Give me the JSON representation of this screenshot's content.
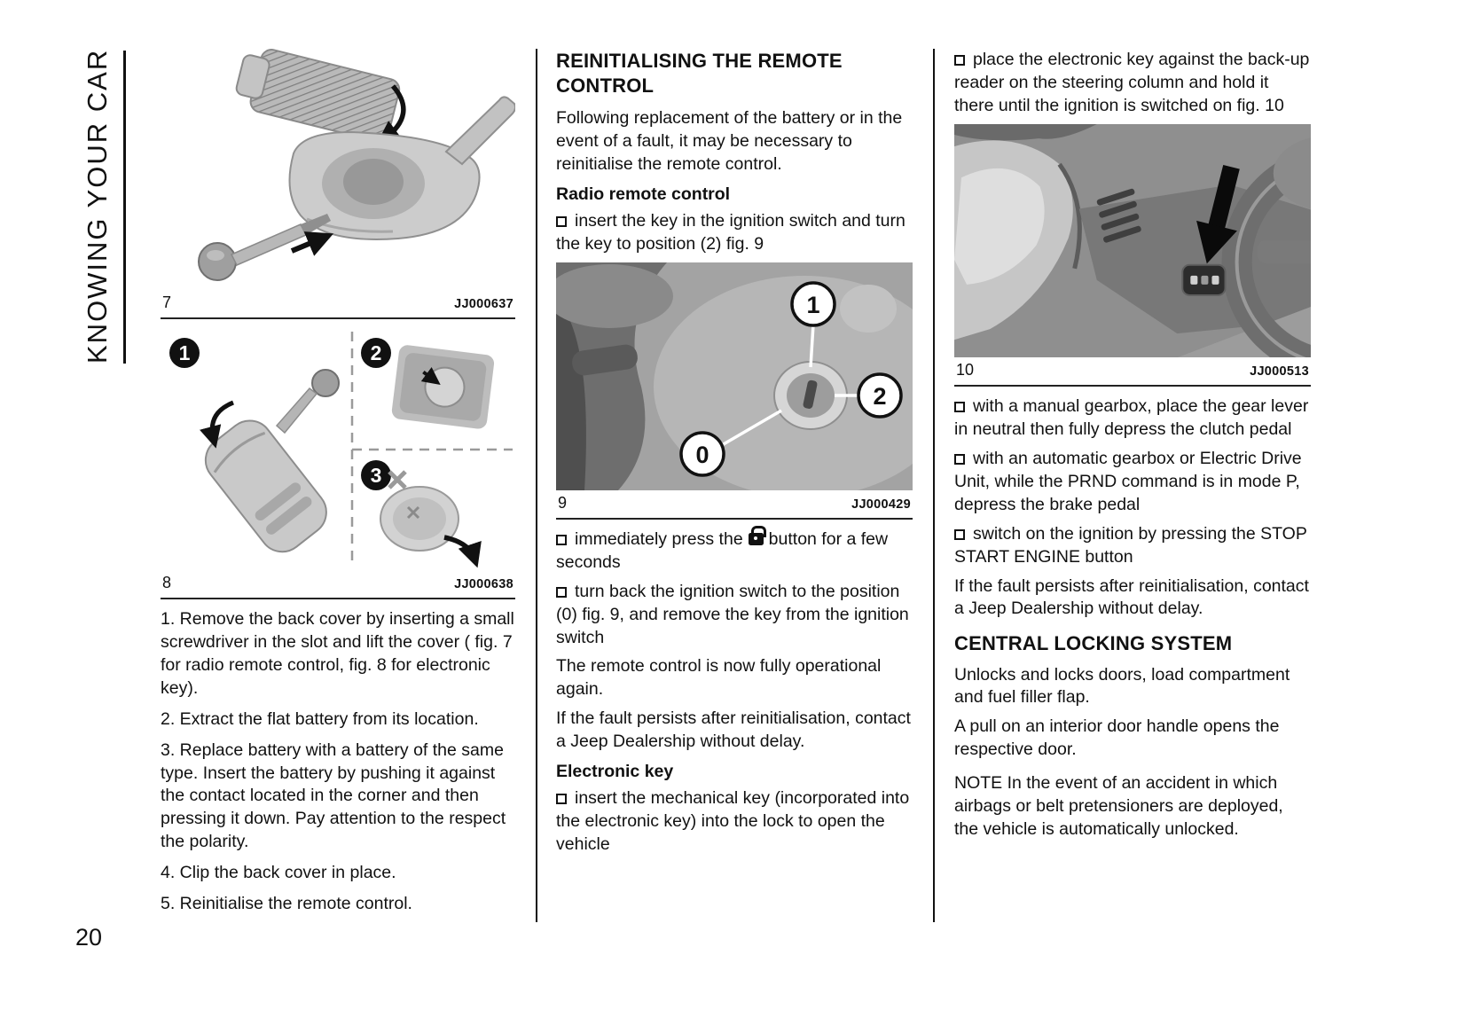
{
  "sidebar": {
    "title": "KNOWING YOUR CAR"
  },
  "page_number": "20",
  "figures": {
    "fig7": {
      "number": "7",
      "code": "JJ000637"
    },
    "fig8": {
      "number": "8",
      "code": "JJ000638",
      "badge1": "1",
      "badge2": "2",
      "badge3": "3"
    },
    "fig9": {
      "number": "9",
      "code": "JJ000429",
      "callout1": "1",
      "callout2": "2",
      "callout0": "0"
    },
    "fig10": {
      "number": "10",
      "code": "JJ000513"
    }
  },
  "col1": {
    "steps": [
      "1. Remove the back cover by inserting a small screwdriver in the slot and lift the cover ( fig. 7 for radio remote control, fig. 8 for electronic key).",
      "2. Extract the flat battery from its location.",
      "3. Replace battery with a battery of the same type. Insert the battery by pushing it against the contact located in the corner and then pressing it down. Pay attention to the respect the polarity.",
      "4. Clip the back cover in place.",
      "5. Reinitialise the remote control."
    ]
  },
  "col2": {
    "heading": "REINITIALISING THE REMOTE CONTROL",
    "intro": "Following replacement of the battery or in the event of a fault, it may be necessary to reinitialise the remote control.",
    "radio_subhead": "Radio remote control",
    "radio_bullet": "insert the key in the ignition switch and turn the key to position (2) fig. 9",
    "press_pre": "immediately press the",
    "press_post": "button for a few seconds",
    "turn_back_bullet": "turn back the ignition switch to the position (0) fig. 9, and remove the key from the ignition switch",
    "para_operational": "The remote control is now fully operational again.",
    "para_fault": "If the fault persists after reinitialisation, contact a Jeep Dealership without delay.",
    "electronic_subhead": "Electronic key",
    "electronic_bullet": "insert the mechanical key (incorporated into the electronic key) into the lock to open the vehicle"
  },
  "col3": {
    "bullet_place": "place the electronic key against the back-up reader on the steering column and hold it there until the ignition is switched on fig. 10",
    "bullet_manual": "with a manual gearbox, place the gear lever in neutral then fully depress the clutch pedal",
    "bullet_auto": "with an automatic gearbox or Electric Drive Unit, while the PRND command is in mode P, depress the brake pedal",
    "bullet_switch": "switch on the ignition by pressing the STOP START ENGINE button",
    "para_fault": "If the fault persists after reinitialisation, contact a Jeep Dealership without delay.",
    "heading_locking": "CENTRAL LOCKING SYSTEM",
    "para_unlocks": "Unlocks and locks doors, load compartment and fuel filler flap.",
    "para_pull": "A pull on an interior door handle opens the respective door.",
    "para_note": "NOTE In the event of an accident in which airbags or belt pretensioners are deployed, the vehicle is automatically unlocked."
  }
}
